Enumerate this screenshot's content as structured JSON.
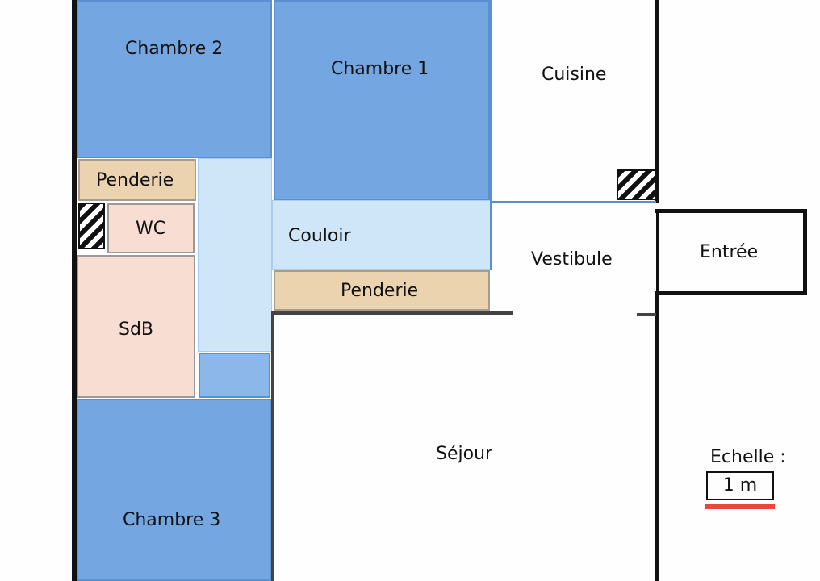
{
  "rooms": {
    "chambre2": "Chambre 2",
    "chambre1": "Chambre 1",
    "cuisine": "Cuisine",
    "penderie_left": "Penderie",
    "wc": "WC",
    "couloir": "Couloir",
    "vestibule": "Vestibule",
    "entree": "Entrée",
    "penderie_center": "Penderie",
    "sdb": "SdB",
    "sejour": "Séjour",
    "chambre3": "Chambre 3"
  },
  "scale": {
    "title": "Echelle :",
    "value": "1 m"
  },
  "colors": {
    "bedroom": "#74a7e2",
    "corridor": "#cfe6f8",
    "closet": "#ecd3b0",
    "wet_room": "#f7ddd2",
    "scale_bar": "#e8483a"
  }
}
